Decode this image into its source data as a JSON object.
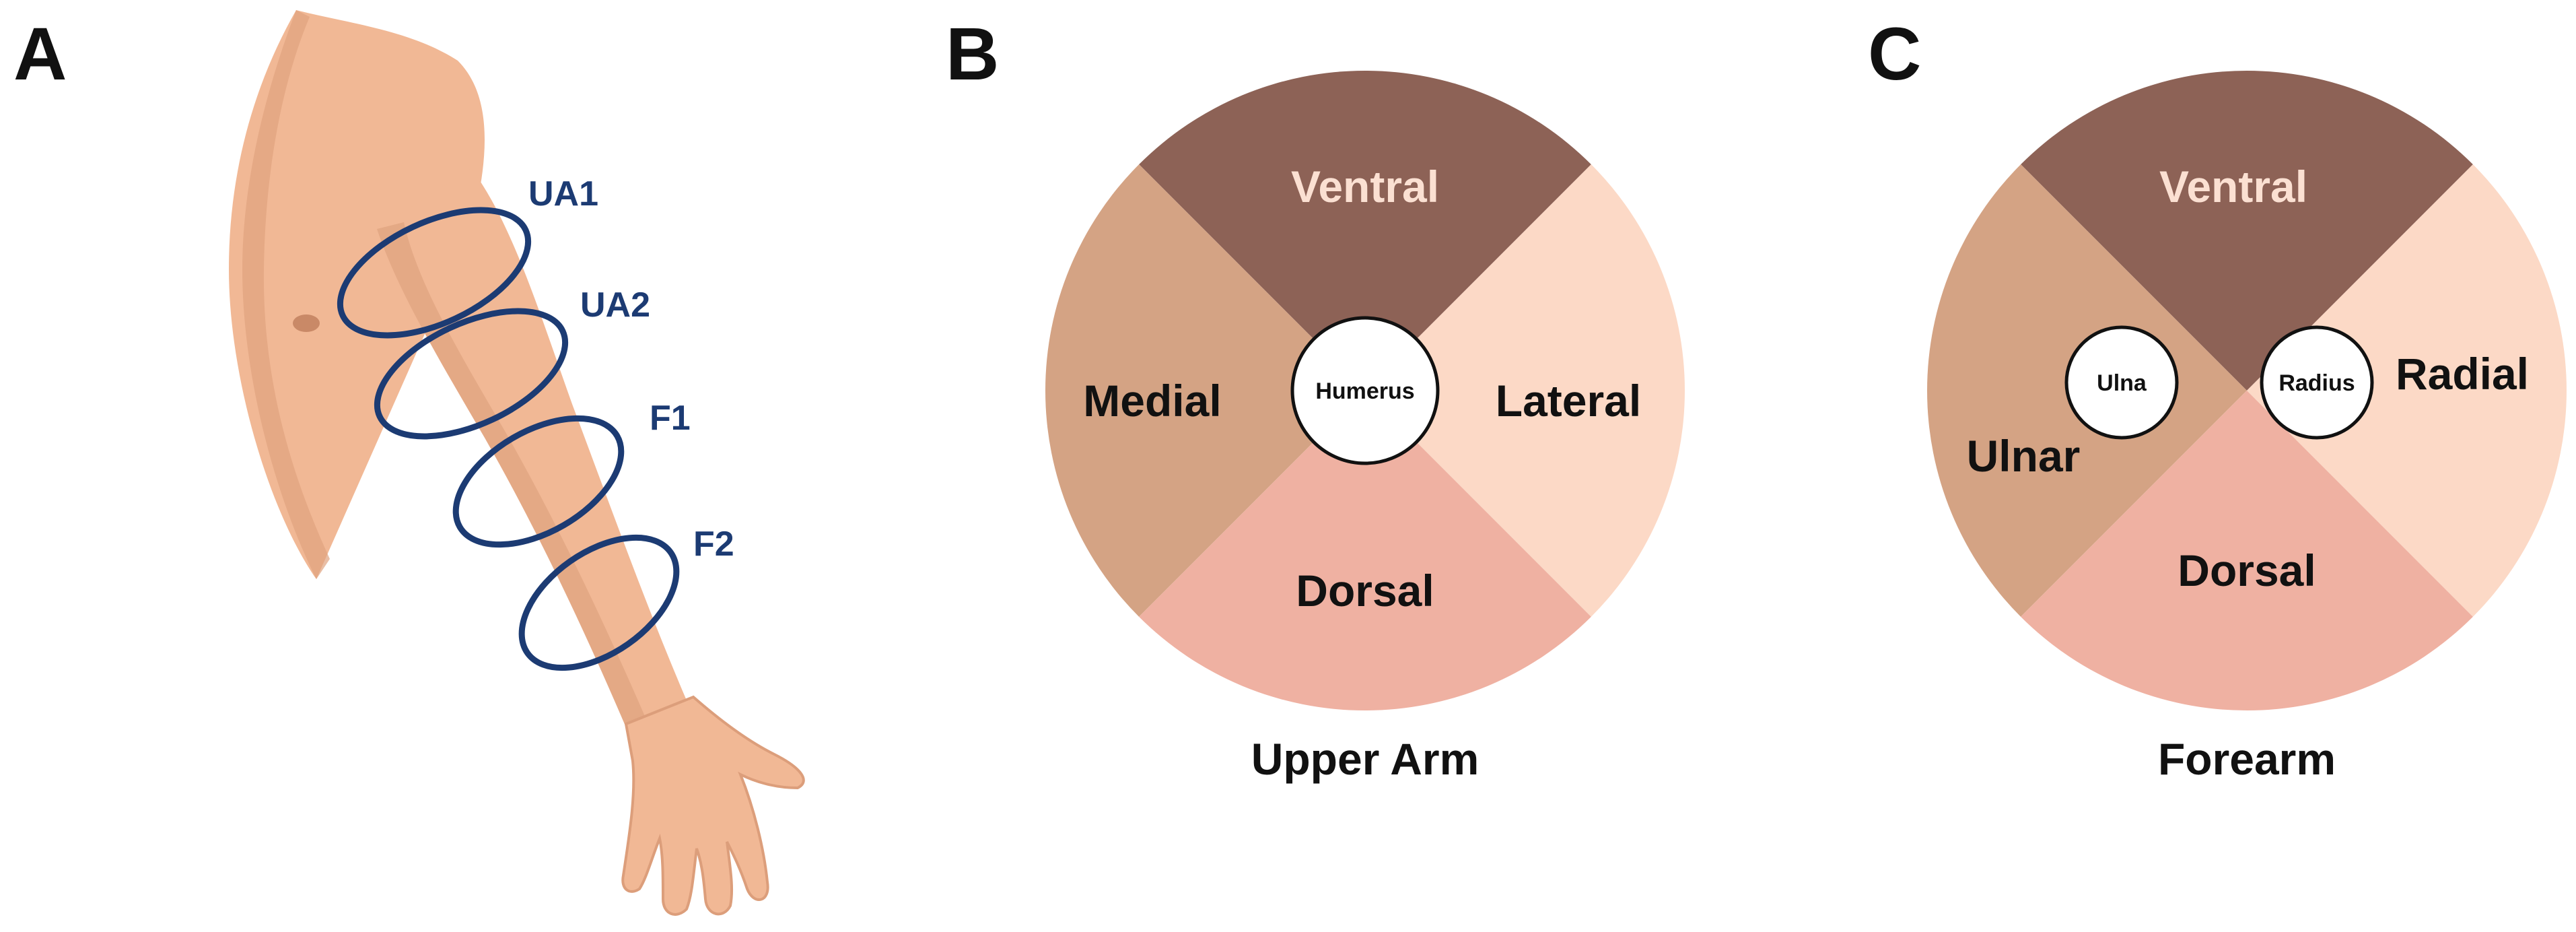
{
  "panels": {
    "a": {
      "letter": "A",
      "rings": [
        "UA1",
        "UA2",
        "F1",
        "F2"
      ]
    },
    "b": {
      "letter": "B",
      "quadrants": {
        "top": "Ventral",
        "left": "Medial",
        "right": "Lateral",
        "bottom": "Dorsal"
      },
      "bone": "Humerus",
      "caption": "Upper Arm"
    },
    "c": {
      "letter": "C",
      "quadrants": {
        "top": "Ventral",
        "left": "Ulnar",
        "right": "Radial",
        "bottom": "Dorsal"
      },
      "bones": [
        "Ulna",
        "Radius"
      ],
      "caption": "Forearm"
    }
  },
  "colors": {
    "ventral": "#8d6256",
    "medial_ulnar": "#d4a384",
    "lateral_radial": "#fcd9c6",
    "dorsal": "#efb1a2",
    "skin": "#f1b895",
    "skin_shadow": "#d99b7a",
    "ring": "#1c3b73",
    "ventral_text": "#fbe0d2",
    "label_text": "#111111"
  }
}
